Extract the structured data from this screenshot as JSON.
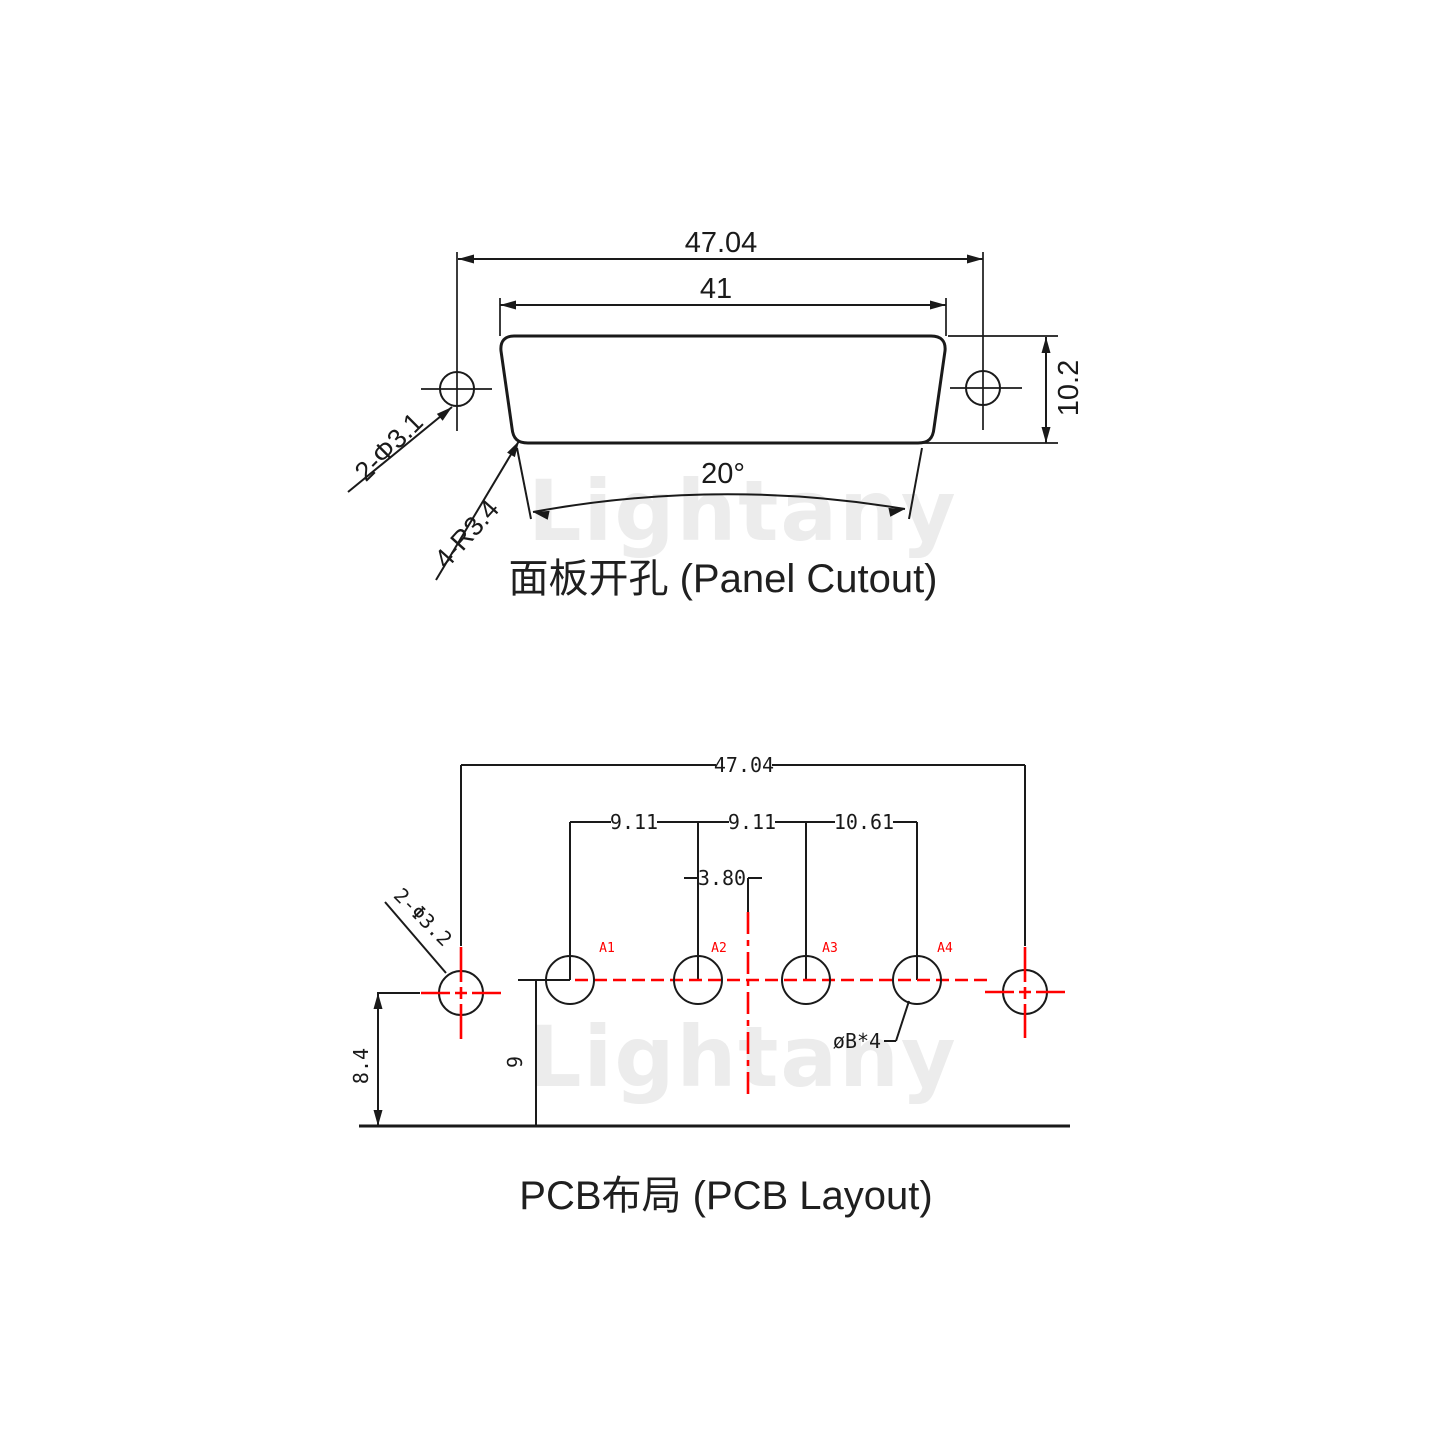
{
  "watermark": {
    "text": "Lightany"
  },
  "panel_cutout": {
    "title": "面板开孔 (Panel Cutout)",
    "dim_overall": "47.04",
    "dim_opening": "41",
    "dim_height": "10.2",
    "dim_angle": "20°",
    "label_holes": "2-Φ3.1",
    "label_radius": "4-R3.4"
  },
  "pcb_layout": {
    "title": "PCB布局 (PCB Layout)",
    "dim_overall": "47.04",
    "dim_pitch_a1_a2": "9.11",
    "dim_pitch_a2_a3": "9.11",
    "dim_pitch_a3_a4": "10.61",
    "dim_center_offset": "3.80",
    "dim_hole_height": "8.4",
    "dim_pin_height": "9",
    "label_holes": "2-Φ3.2",
    "label_pin_diameter": "øB*4",
    "pins": [
      {
        "label": "A1"
      },
      {
        "label": "A2"
      },
      {
        "label": "A3"
      },
      {
        "label": "A4"
      }
    ]
  },
  "colors": {
    "line": "#1a1a1a",
    "accent_red": "#ff0000",
    "watermark_gray": "#ececec"
  }
}
